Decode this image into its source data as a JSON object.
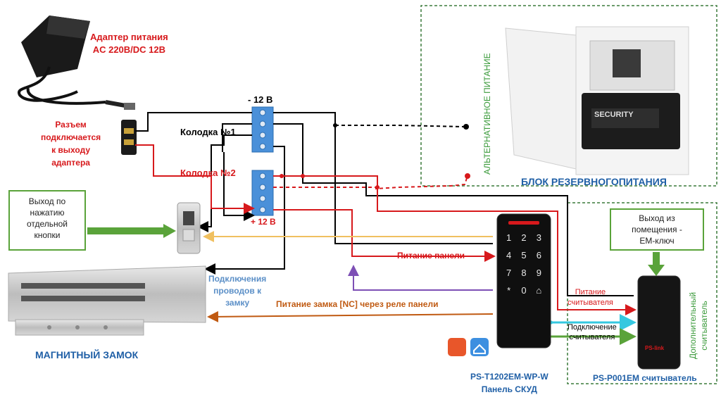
{
  "labels": {
    "adapter": [
      "Адаптер питания",
      "AC 220B/DC 12B"
    ],
    "plug": [
      "Разъем",
      "подключается",
      "к выходу",
      "адаптера"
    ],
    "minus12": "- 12 В",
    "block1": "Колодка №1",
    "block2": "Колодка №2",
    "plus12": "+ 12 В",
    "alt_power": "АЛЬТЕРНАТИВНОЕ ПИТАНИЕ",
    "backup_unit": "БЛОК РЕЗЕРВНОГОПИТАНИЯ",
    "exit_button_box": [
      "Выход по",
      "нажатию",
      "отдельной",
      "кнопки"
    ],
    "exit_reader_box": [
      "Выход из",
      "помещения -",
      "ЕМ-ключ"
    ],
    "lock_wires": [
      "Подключения",
      "проводов к",
      "замку"
    ],
    "panel_power": "Питание панели",
    "lock_power_nc": "Питание замка [NC] через реле панели",
    "reader_power": [
      "Питание",
      "считывателя"
    ],
    "reader_connect": [
      "Подключение",
      "считывателя"
    ],
    "magnetic_lock": "МАГНИТНЫЙ ЗАМОК",
    "panel_model": [
      "PS-T1202EM-WP-W",
      "Панель СКУД"
    ],
    "reader_model": "PS-P001EM считыватель",
    "extra_reader": [
      "Дополнительный",
      "считыватель"
    ],
    "battery_brand": "SECURITY",
    "reader_logo": "PS-link"
  },
  "keypad": [
    "1",
    "2",
    "3",
    "4",
    "5",
    "6",
    "7",
    "8",
    "9",
    "*",
    "0",
    "⌂"
  ],
  "colors": {
    "red": "#d7191c",
    "black": "#000000",
    "green": "#5aa33a",
    "orange": "#c05a12",
    "purple": "#7d4fb5",
    "cyan": "#35c8e0",
    "terminal": "#4a90d9",
    "title_blue": "#1f5fa6"
  }
}
